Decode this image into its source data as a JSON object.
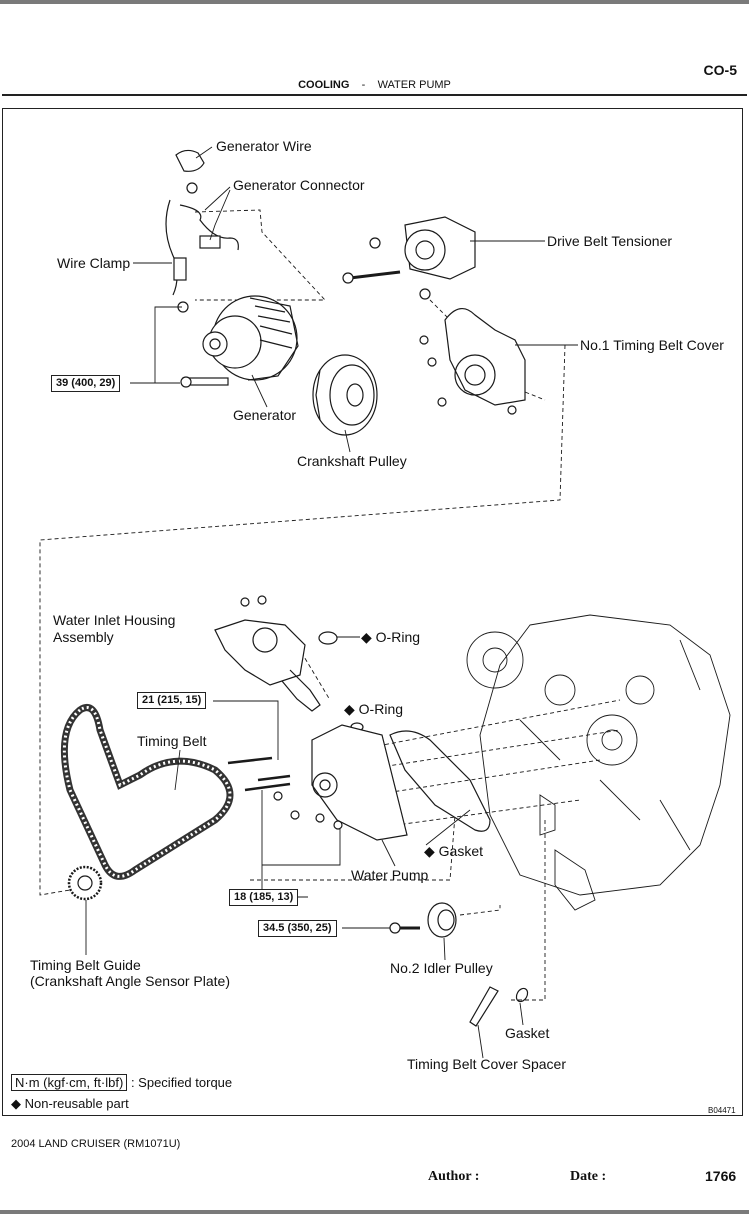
{
  "header": {
    "page_code": "CO-5",
    "section": "COOLING",
    "separator": "-",
    "subsection": "WATER PUMP"
  },
  "labels": {
    "generator_wire": "Generator Wire",
    "generator_connector": "Generator Connector",
    "wire_clamp": "Wire Clamp",
    "drive_belt_tensioner": "Drive Belt Tensioner",
    "no1_timing_belt_cover": "No.1 Timing Belt Cover",
    "generator": "Generator",
    "crankshaft_pulley": "Crankshaft Pulley",
    "water_inlet_housing_1": "Water Inlet Housing",
    "water_inlet_housing_2": "Assembly",
    "o_ring_1": "O-Ring",
    "o_ring_2": "O-Ring",
    "timing_belt": "Timing Belt",
    "gasket_1": "Gasket",
    "water_pump": "Water Pump",
    "timing_belt_guide_1": "Timing Belt Guide",
    "timing_belt_guide_2": "(Crankshaft Angle Sensor Plate)",
    "no2_idler_pulley": "No.2 Idler Pulley",
    "gasket_2": "Gasket",
    "timing_belt_cover_spacer": "Timing Belt Cover Spacer"
  },
  "torques": {
    "t1": "39 (400, 29)",
    "t2": "21 (215, 15)",
    "t3": "18 (185, 13)",
    "t4": "34.5 (350, 25)"
  },
  "legend": {
    "torque_unit": "N·m (kgf·cm, ft·lbf)",
    "torque_text": ": Specified torque",
    "nonreusable_symbol": "◆",
    "nonreusable_text": "Non-reusable part"
  },
  "figure_code": "B04471",
  "footer": {
    "model": "2004 LAND CRUISER   (RM1071U)",
    "author_label": "Author :",
    "date_label": "Date :",
    "page_number": "1766"
  }
}
